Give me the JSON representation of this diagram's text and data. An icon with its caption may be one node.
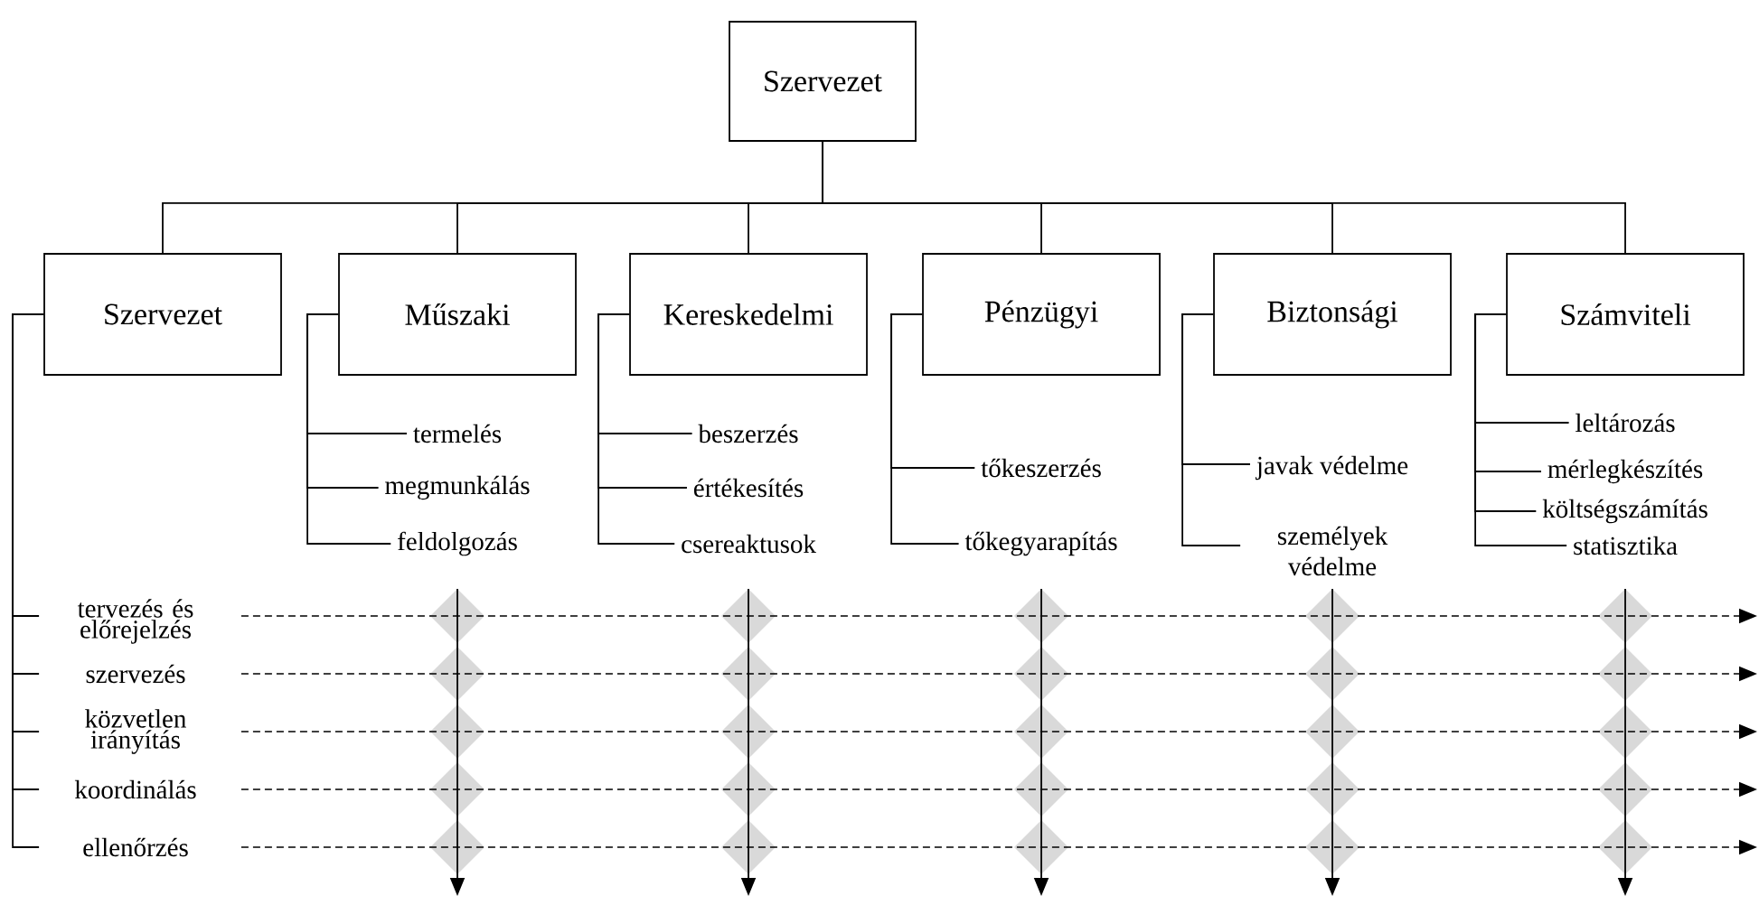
{
  "diagram": {
    "nodes": [
      {
        "text": [
          "Szervezet"
        ]
      },
      {
        "text": [
          "Szervezet"
        ]
      },
      {
        "text": [
          "Műszaki"
        ]
      },
      {
        "text": [
          "Kereskedelmi"
        ]
      },
      {
        "text": [
          "Pénzügyi"
        ]
      },
      {
        "text": [
          "Biztonsági"
        ]
      },
      {
        "text": [
          "Számviteli"
        ]
      },
      {
        "text": [
          "tervezés és előrejelzés"
        ]
      },
      {
        "text": [
          "szervezés"
        ]
      },
      {
        "text": [
          "közvetlen irányítás"
        ]
      },
      {
        "text": [
          "koordinálás"
        ]
      },
      {
        "text": [
          "ellenőrzés"
        ]
      },
      {
        "text": [
          "termelés"
        ]
      },
      {
        "text": [
          "megmunkálás"
        ]
      },
      {
        "text": [
          "feldolgozás"
        ]
      },
      {
        "text": [
          "beszerzés"
        ]
      },
      {
        "text": [
          "értékesítés"
        ]
      },
      {
        "text": [
          "csereaktusok"
        ]
      },
      {
        "text": [
          "tőkeszerzés"
        ]
      },
      {
        "text": [
          "tőkegyarapítás"
        ]
      },
      {
        "text": [
          "javak védelme"
        ]
      },
      {
        "text": [
          "személyek védelme"
        ]
      },
      {
        "text": [
          "leltározás"
        ]
      },
      {
        "text": [
          "mérlegkészítés"
        ]
      },
      {
        "text": [
          "költségszámítás"
        ]
      },
      {
        "text": [
          "statisztika"
        ]
      }
    ],
    "edges": [
      {
        "from": 0,
        "to": 1,
        "arrow": "none"
      },
      {
        "from": 0,
        "to": 2,
        "arrow": "none"
      },
      {
        "from": 0,
        "to": 3,
        "arrow": "none"
      },
      {
        "from": 0,
        "to": 4,
        "arrow": "none"
      },
      {
        "from": 0,
        "to": 5,
        "arrow": "none"
      },
      {
        "from": 0,
        "to": 6,
        "arrow": "none"
      },
      {
        "from": 1,
        "to": 7,
        "arrow": "none"
      },
      {
        "from": 1,
        "to": 8,
        "arrow": "none"
      },
      {
        "from": 1,
        "to": 9,
        "arrow": "none"
      },
      {
        "from": 1,
        "to": 10,
        "arrow": "none"
      },
      {
        "from": 1,
        "to": 11,
        "arrow": "none"
      },
      {
        "from": 2,
        "to": 12,
        "arrow": "none"
      },
      {
        "from": 2,
        "to": 13,
        "arrow": "none"
      },
      {
        "from": 2,
        "to": 14,
        "arrow": "none"
      },
      {
        "from": 3,
        "to": 15,
        "arrow": "none"
      },
      {
        "from": 3,
        "to": 16,
        "arrow": "none"
      },
      {
        "from": 3,
        "to": 17,
        "arrow": "none"
      },
      {
        "from": 4,
        "to": 18,
        "arrow": "none"
      },
      {
        "from": 4,
        "to": 19,
        "arrow": "none"
      },
      {
        "from": 5,
        "to": 20,
        "arrow": "none"
      },
      {
        "from": 5,
        "to": 21,
        "arrow": "none"
      },
      {
        "from": 6,
        "to": 22,
        "arrow": "none"
      },
      {
        "from": 6,
        "to": 23,
        "arrow": "none"
      },
      {
        "from": 6,
        "to": 24,
        "arrow": "none"
      },
      {
        "from": 6,
        "to": 25,
        "arrow": "none"
      },
      {
        "from": 7,
        "to": null,
        "arrow": "to",
        "style": "dashed"
      },
      {
        "from": 8,
        "to": null,
        "arrow": "to",
        "style": "dashed"
      },
      {
        "from": 9,
        "to": null,
        "arrow": "to",
        "style": "dashed"
      },
      {
        "from": 10,
        "to": null,
        "arrow": "to",
        "style": "dashed"
      },
      {
        "from": 11,
        "to": null,
        "arrow": "to",
        "style": "dashed"
      }
    ]
  }
}
